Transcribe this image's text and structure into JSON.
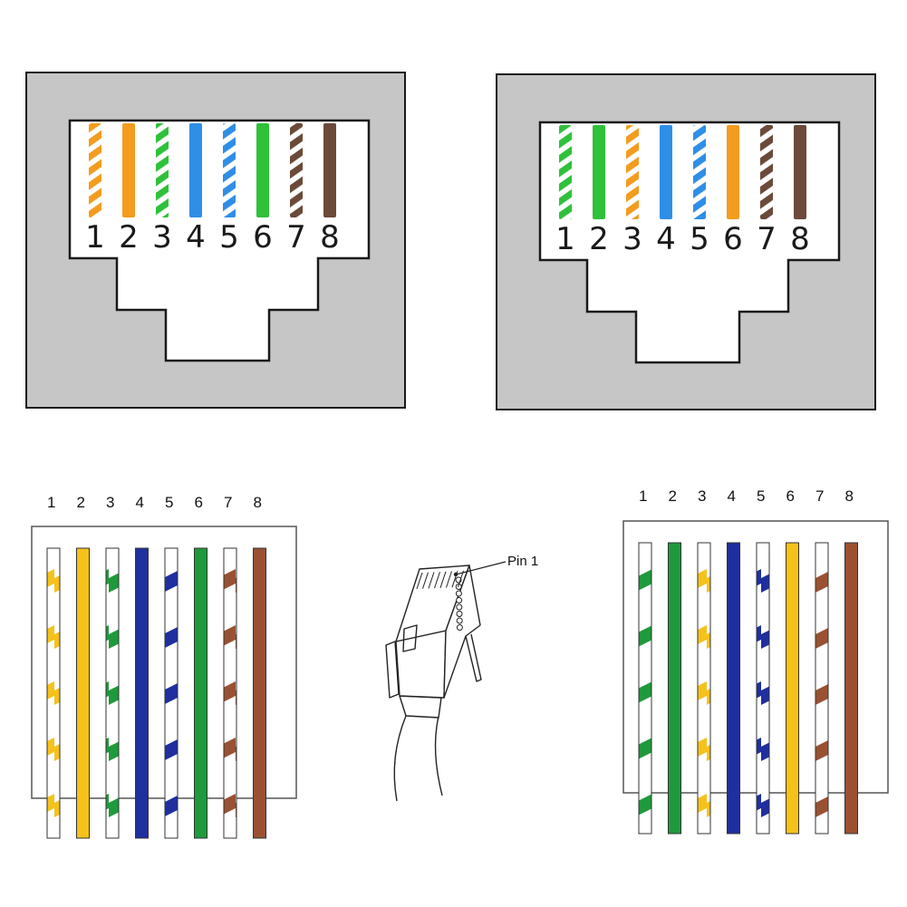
{
  "colors": {
    "orange": "#f39c1f",
    "green_jack": "#2fc13a",
    "blue_jack": "#2f8ee6",
    "brown_jack": "#6b4a3a",
    "yellow": "#f5c21b",
    "green": "#1e9a3c",
    "blue": "#1f2f9e",
    "brown": "#9a5132",
    "panel_gray": "#c6c6c6",
    "outline": "#1a1a1a"
  },
  "jacks": [
    {
      "id": "jack-left",
      "pins": [
        {
          "label": "1",
          "color": "orange",
          "striped": true
        },
        {
          "label": "2",
          "color": "orange",
          "striped": false
        },
        {
          "label": "3",
          "color": "green_jack",
          "striped": true
        },
        {
          "label": "4",
          "color": "blue_jack",
          "striped": false
        },
        {
          "label": "5",
          "color": "blue_jack",
          "striped": true
        },
        {
          "label": "6",
          "color": "green_jack",
          "striped": false
        },
        {
          "label": "7",
          "color": "brown_jack",
          "striped": true
        },
        {
          "label": "8",
          "color": "brown_jack",
          "striped": false
        }
      ]
    },
    {
      "id": "jack-right",
      "pins": [
        {
          "label": "1",
          "color": "green_jack",
          "striped": true
        },
        {
          "label": "2",
          "color": "green_jack",
          "striped": false
        },
        {
          "label": "3",
          "color": "orange",
          "striped": true
        },
        {
          "label": "4",
          "color": "blue_jack",
          "striped": false
        },
        {
          "label": "5",
          "color": "blue_jack",
          "striped": true
        },
        {
          "label": "6",
          "color": "orange",
          "striped": false
        },
        {
          "label": "7",
          "color": "brown_jack",
          "striped": true
        },
        {
          "label": "8",
          "color": "brown_jack",
          "striped": false
        }
      ]
    }
  ],
  "cables": [
    {
      "id": "cable-left",
      "wires": [
        {
          "label": "1",
          "color": "yellow",
          "striped": true
        },
        {
          "label": "2",
          "color": "yellow",
          "striped": false
        },
        {
          "label": "3",
          "color": "green",
          "striped": true
        },
        {
          "label": "4",
          "color": "blue",
          "striped": false
        },
        {
          "label": "5",
          "color": "blue",
          "striped": true
        },
        {
          "label": "6",
          "color": "green",
          "striped": false
        },
        {
          "label": "7",
          "color": "brown",
          "striped": true
        },
        {
          "label": "8",
          "color": "brown",
          "striped": false
        }
      ]
    },
    {
      "id": "cable-right",
      "wires": [
        {
          "label": "1",
          "color": "green",
          "striped": true
        },
        {
          "label": "2",
          "color": "green",
          "striped": false
        },
        {
          "label": "3",
          "color": "yellow",
          "striped": true
        },
        {
          "label": "4",
          "color": "blue",
          "striped": false
        },
        {
          "label": "5",
          "color": "blue",
          "striped": true
        },
        {
          "label": "6",
          "color": "yellow",
          "striped": false
        },
        {
          "label": "7",
          "color": "brown",
          "striped": true
        },
        {
          "label": "8",
          "color": "brown",
          "striped": false
        }
      ]
    }
  ],
  "plug": {
    "callout_label": "Pin 1"
  }
}
